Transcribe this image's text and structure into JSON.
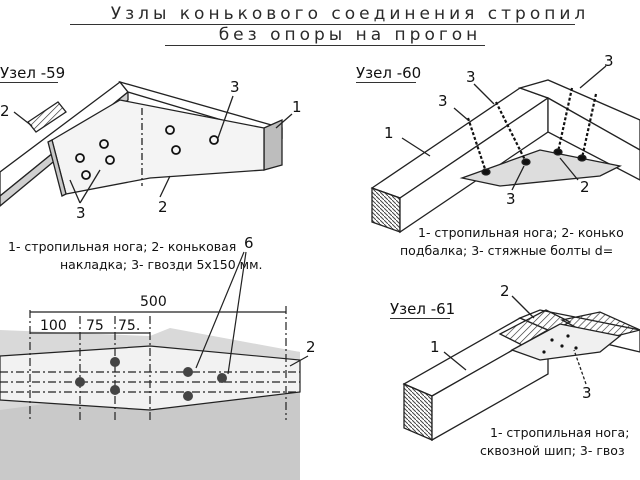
{
  "title": {
    "line1": "Узлы конькового соединения стропил",
    "line2": "без опоры на прогон"
  },
  "node59": {
    "heading": "Узел -59",
    "callouts": [
      "2",
      "3",
      "1",
      "3",
      "2"
    ],
    "caption_line1": "1- стропильная нога;  2-  коньковая",
    "caption_line2": "накладка;  3- гвозди 5х150 мм."
  },
  "node60": {
    "heading": "Узел -60",
    "callouts": [
      "3",
      "3",
      "1",
      "2",
      "3"
    ],
    "caption_line1": "1- стропильная нога;  2-  конько",
    "caption_line2": "подбалка;  3- стяжные болты d="
  },
  "node61": {
    "heading": "Узел -61",
    "callouts": [
      "2",
      "1",
      "3"
    ],
    "caption_line1": "1- стропильная нога;",
    "caption_line2": "сквозной шип;  3- гвоз"
  },
  "bottom_detail": {
    "dim_total": "500",
    "dim_a": "100",
    "dim_b": "75",
    "dim_c": "75.",
    "callout_6": "6",
    "callout_2": "2"
  }
}
